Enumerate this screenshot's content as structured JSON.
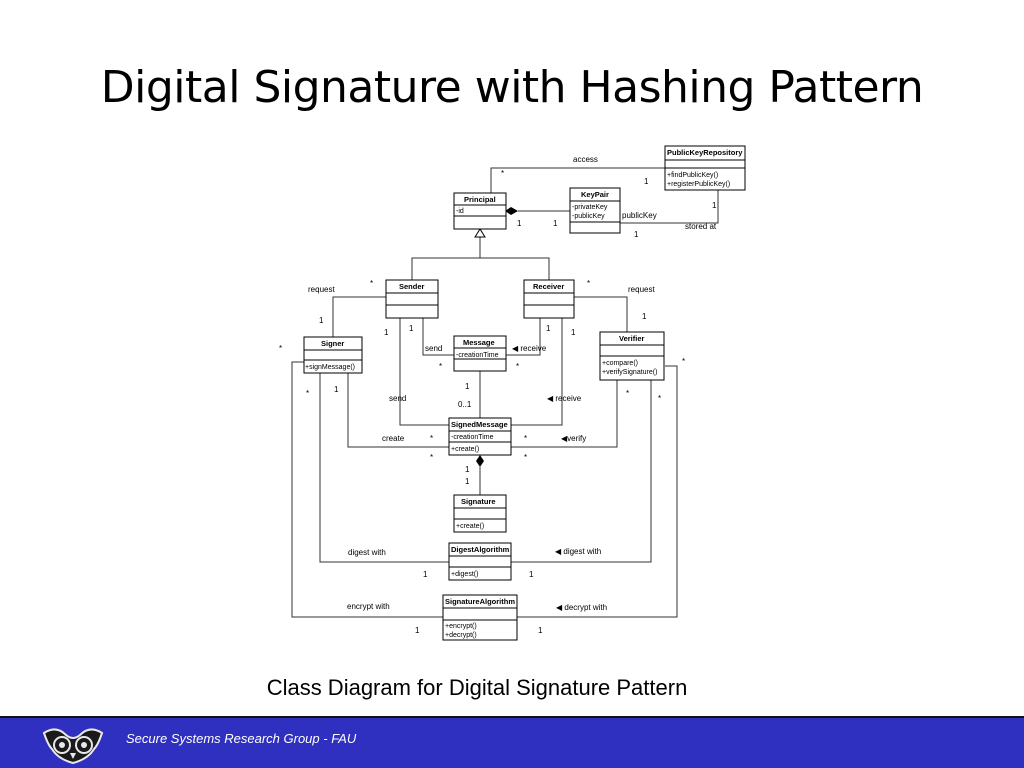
{
  "title": "Digital Signature with Hashing Pattern",
  "caption": "Class Diagram for Digital Signature Pattern",
  "footer": {
    "text": "Secure Systems Research Group - FAU",
    "background_color": "#2f2fc0",
    "logo_icon": "owl-logo-icon"
  },
  "diagram": {
    "classes": {
      "public_key_repository": {
        "name": "PublicKeyRepository",
        "members": [
          "+findPublicKey()",
          "+registerPublicKey()"
        ]
      },
      "key_pair": {
        "name": "KeyPair",
        "members": [
          "-privateKey",
          "-publicKey"
        ]
      },
      "principal": {
        "name": "Principal",
        "members": [
          "-id"
        ]
      },
      "sender": {
        "name": "Sender"
      },
      "receiver": {
        "name": "Receiver"
      },
      "signer": {
        "name": "Signer",
        "members": [
          "+signMessage()"
        ]
      },
      "message": {
        "name": "Message",
        "members": [
          "-creationTime"
        ]
      },
      "verifier": {
        "name": "Verifier",
        "members": [
          "+compare()",
          "+verifySignature()"
        ]
      },
      "signed_message": {
        "name": "SignedMessage",
        "members": [
          "-creationTime",
          "+create()"
        ]
      },
      "signature": {
        "name": "Signature",
        "members": [
          "+create()"
        ]
      },
      "digest_algorithm": {
        "name": "DigestAlgorithm",
        "members": [
          "+digest()"
        ]
      },
      "signature_algorithm": {
        "name": "SignatureAlgorithm",
        "members": [
          "+encrypt()",
          "+decrypt()"
        ]
      }
    },
    "labels": {
      "access": "access",
      "public_key": "publicKey",
      "stored_at": "stored at",
      "request_left": "request",
      "request_right": "request",
      "send_msg": "send",
      "receive_msg": "◀ receive",
      "send_signed": "send",
      "receive_signed": "◀ receive",
      "create": "create",
      "verify": "◀verify",
      "digest_with_left": "digest with",
      "digest_with_right": "◀ digest with",
      "encrypt_with": "encrypt with",
      "decrypt_with": "◀ decrypt with"
    },
    "multiplicities": {
      "star": "*",
      "one": "1",
      "zero_to_one": "0..1"
    }
  }
}
